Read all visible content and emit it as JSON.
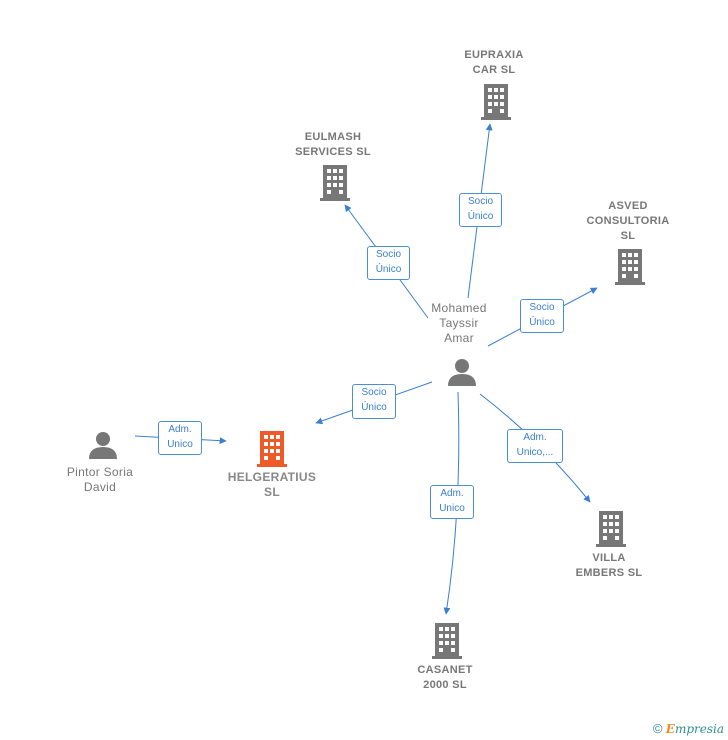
{
  "nodes": {
    "eupraxia": {
      "label": "EUPRAXIA\nCAR  SL"
    },
    "eulmash": {
      "label": "EULMASH\nSERVICES  SL"
    },
    "asved": {
      "label": "ASVED\nCONSULTORIA\nSL"
    },
    "mohamed": {
      "label": "Mohamed\nTayssir\nAmar"
    },
    "pintor": {
      "label": "Pintor Soria\nDavid"
    },
    "helgeratius": {
      "label": "HELGERATIUS\nSL"
    },
    "villa": {
      "label": "VILLA\nEMBERS  SL"
    },
    "casanet": {
      "label": "CASANET\n2000 SL"
    }
  },
  "relations": {
    "r_eupraxia": "Socio\nÚnico",
    "r_eulmash": "Socio\nÚnico",
    "r_asved": "Socio\nÚnico",
    "r_helgeratius": "Socio\nÚnico",
    "r_pintor": "Adm.\nUnico",
    "r_villa": "Adm.\nUnico,...",
    "r_casanet": "Adm.\nUnico"
  },
  "colors": {
    "edge": "#3a7fd0",
    "company": "#777777",
    "focus": "#f05a28",
    "person": "#777777",
    "brand_teal": "#2f8f8f",
    "brand_orange": "#f28c28"
  },
  "brand": {
    "copyright": "©",
    "e": "E",
    "rest": "mpresia"
  }
}
